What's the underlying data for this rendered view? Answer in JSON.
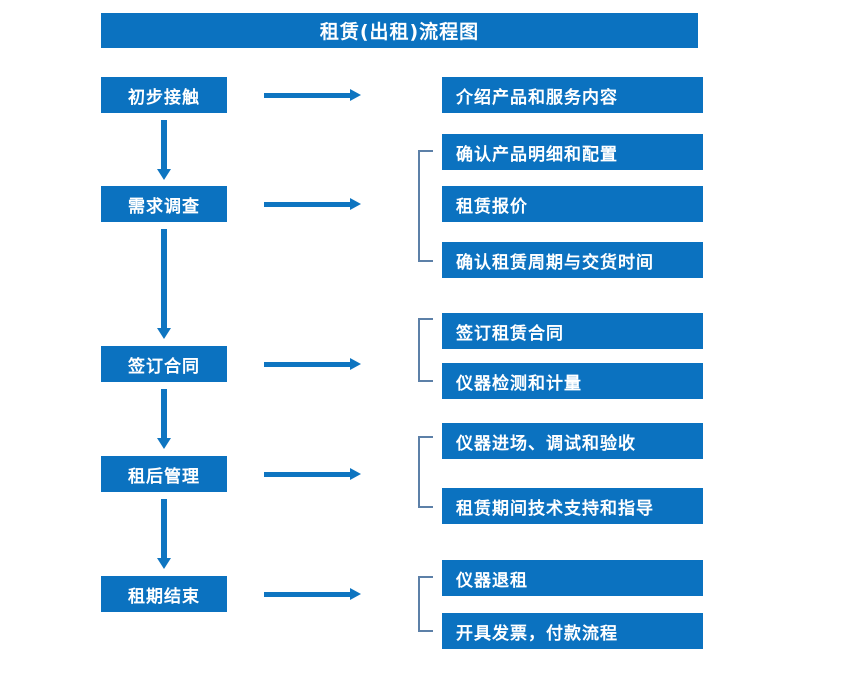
{
  "title": "租赁(出租)流程图",
  "colors": {
    "box_blue": "#0B72C0",
    "arrow_blue": "#0E75C1",
    "bracket_steel": "#5C80A8",
    "text_white": "#FFFFFF",
    "background": "#FFFFFF"
  },
  "stages": [
    {
      "label": "初步接触"
    },
    {
      "label": "需求调查"
    },
    {
      "label": "签订合同"
    },
    {
      "label": "租后管理"
    },
    {
      "label": "租期结束"
    }
  ],
  "details": [
    {
      "label": "介绍产品和服务内容"
    },
    {
      "label": "确认产品明细和配置"
    },
    {
      "label": "租赁报价"
    },
    {
      "label": "确认租赁周期与交货时间"
    },
    {
      "label": "签订租赁合同"
    },
    {
      "label": "仪器检测和计量"
    },
    {
      "label": "仪器进场、调试和验收"
    },
    {
      "label": "租赁期间技术支持和指导"
    },
    {
      "label": "仪器退租"
    },
    {
      "label": "开具发票，付款流程"
    }
  ],
  "chart_data": {
    "type": "diagram",
    "title": "租赁(出租)流程图",
    "orientation": "top-to-bottom with right-side detail branches",
    "stage_count": 5,
    "detail_count": 10,
    "flow": [
      {
        "stage": "初步接触",
        "details": [
          "介绍产品和服务内容"
        ],
        "bracketed": false
      },
      {
        "stage": "需求调查",
        "details": [
          "确认产品明细和配置",
          "租赁报价",
          "确认租赁周期与交货时间"
        ],
        "bracketed": true
      },
      {
        "stage": "签订合同",
        "details": [
          "签订租赁合同",
          "仪器检测和计量"
        ],
        "bracketed": true
      },
      {
        "stage": "租后管理",
        "details": [
          "仪器进场、调试和验收",
          "租赁期间技术支持和指导"
        ],
        "bracketed": true
      },
      {
        "stage": "租期结束",
        "details": [
          "仪器退租",
          "开具发票，付款流程"
        ],
        "bracketed": true
      }
    ],
    "stage_transitions": [
      "初步接触 → 需求调查",
      "需求调查 → 签订合同",
      "签订合同 → 租后管理",
      "租后管理 → 租期结束"
    ]
  }
}
